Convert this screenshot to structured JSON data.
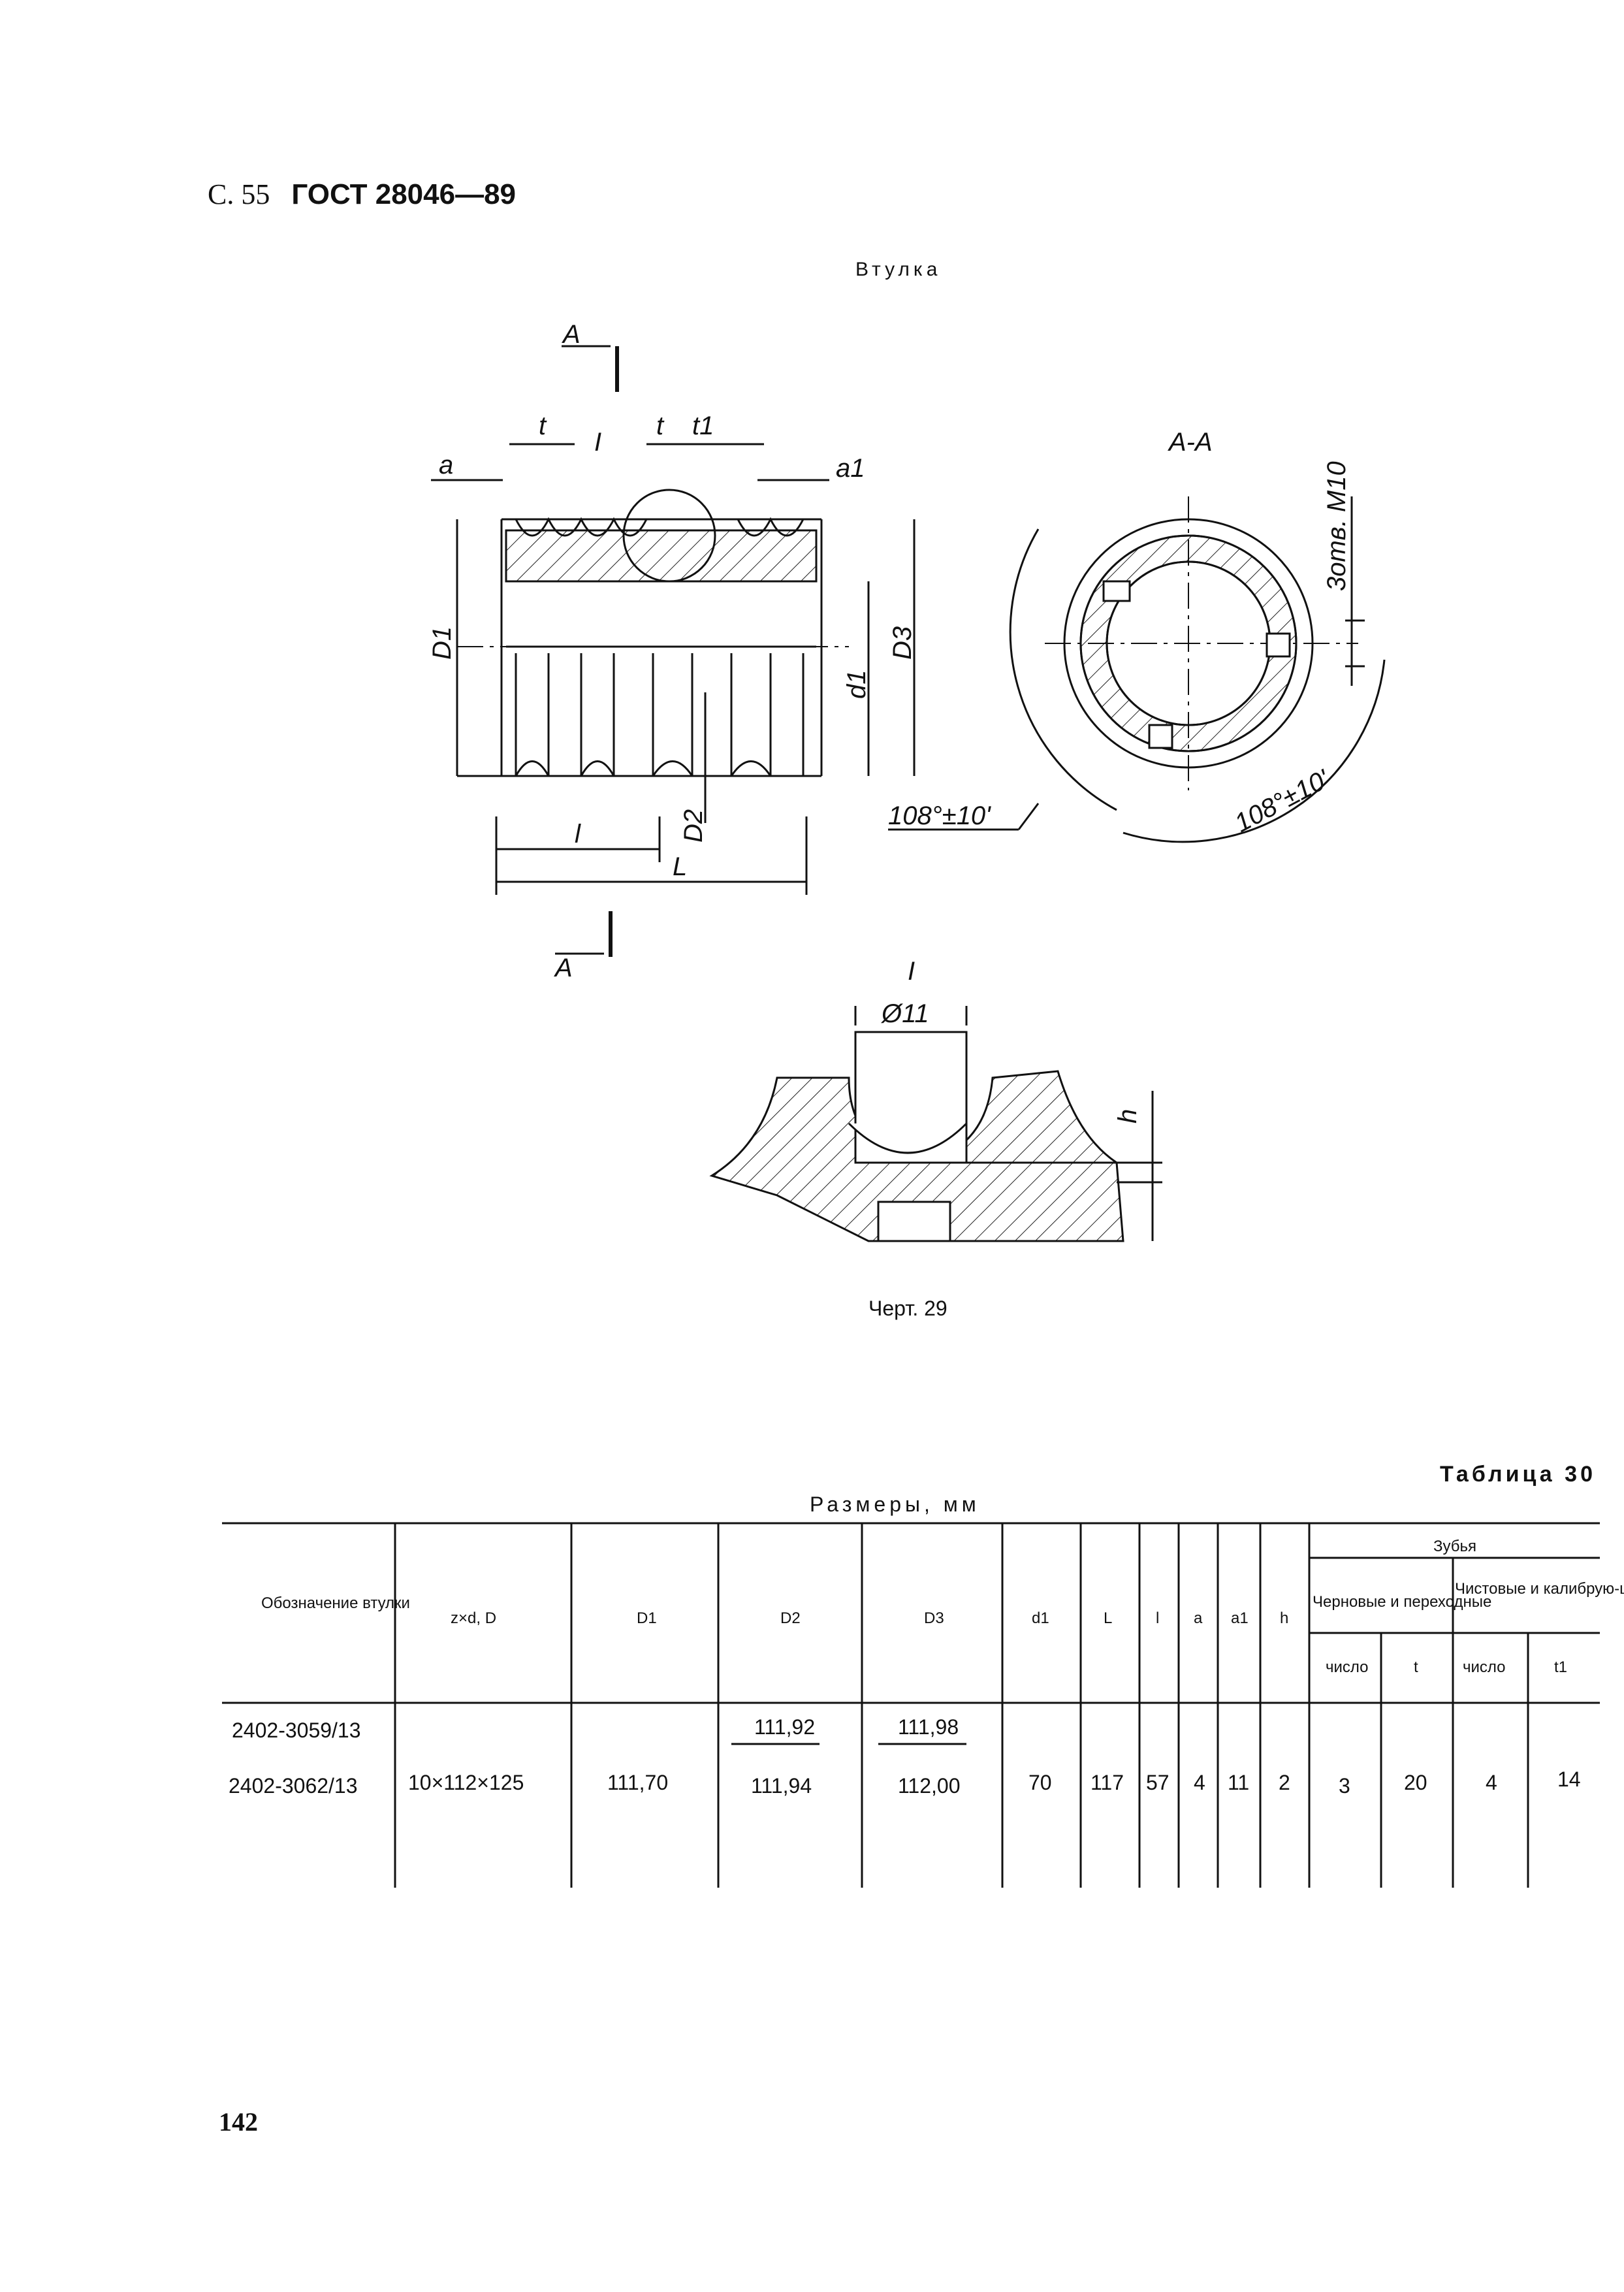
{
  "header": {
    "page": "С. 55",
    "standard": "ГОСТ 28046—89"
  },
  "drawing": {
    "title": "Втулка",
    "caption": "Черт. 29",
    "labels": {
      "section_mark": "А",
      "section_view": "А-А",
      "detail_mark": "I",
      "t": "t",
      "t1": "t1",
      "a": "a",
      "a1": "a1",
      "D1": "D1",
      "D2": "D2",
      "D3": "D3",
      "d1": "d1",
      "l": "l",
      "L": "L",
      "h": "h",
      "angle": "108°±10'",
      "holes": "3отв. M10",
      "diameter": "Ø11"
    }
  },
  "table": {
    "title": "Таблица 30",
    "units": "Размеры, мм",
    "headers": {
      "designation": "Обозначение втулки",
      "zdD": "z×d, D",
      "D1": "D1",
      "D2": "D2",
      "D3": "D3",
      "d1": "d1",
      "L": "L",
      "l": "l",
      "a": "a",
      "a1": "a1",
      "h": "h",
      "teeth": "Зубья",
      "rough": "Черновые и переходные",
      "finish": "Чистовые и калибрую-щие",
      "count": "число",
      "t": "t",
      "count2": "число",
      "t1": "t1"
    },
    "rows": {
      "designation_1": "2402-3059/13",
      "designation_2": "2402-3062/13",
      "zdD": "10×112×125",
      "D1": "111,70",
      "D2_top": "111,92",
      "D2_bottom": "111,94",
      "D3_top": "111,98",
      "D3_bottom": "112,00",
      "d1": "70",
      "L": "117",
      "l": "57",
      "a": "4",
      "a1": "11",
      "h": "2",
      "rough_count": "3",
      "rough_t": "20",
      "finish_count": "4",
      "finish_t1": "14"
    }
  },
  "footer": {
    "page_number": "142"
  }
}
